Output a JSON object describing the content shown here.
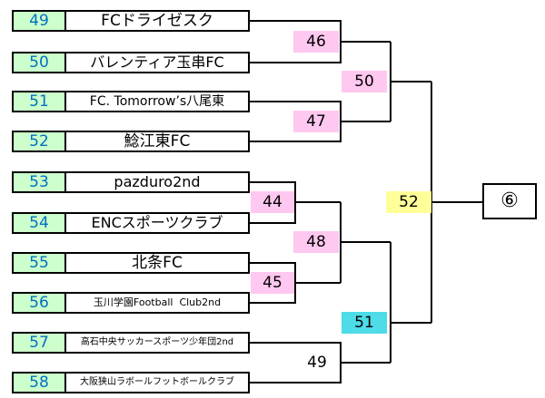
{
  "teams": [
    {
      "seed": "49",
      "name": "FCドライゼスク"
    },
    {
      "seed": "50",
      "name": "バレンティア玉串FC"
    },
    {
      "seed": "51",
      "name": "FC. Tomorrow’s八尾東"
    },
    {
      "seed": "52",
      "name": "鯰江東FC"
    },
    {
      "seed": "53",
      "name": "pazduro2nd"
    },
    {
      "seed": "54",
      "name": "ENCスポーツクラブ"
    },
    {
      "seed": "55",
      "name": "北条FC"
    },
    {
      "seed": "56",
      "name": "玉川学園Football  Club2nd"
    },
    {
      "seed": "57",
      "name": "高石中央サッカースポーツ少年団2nd"
    },
    {
      "seed": "58",
      "name": "大阪狭山ラボールフットボールクラブ"
    }
  ],
  "matches": {
    "m46": "46",
    "m47": "47",
    "m44": "44",
    "m45": "45",
    "m50": "50",
    "m48": "48",
    "m49": "49",
    "m51": "51",
    "m52": "52"
  },
  "final": "⑥",
  "colors": {
    "seed_bg": "#ccffcc",
    "seed_text": "#0070c0",
    "match_pink": "#ffc8f0",
    "match_yellow": "#ffff99",
    "match_cyan": "#4ddce8"
  }
}
